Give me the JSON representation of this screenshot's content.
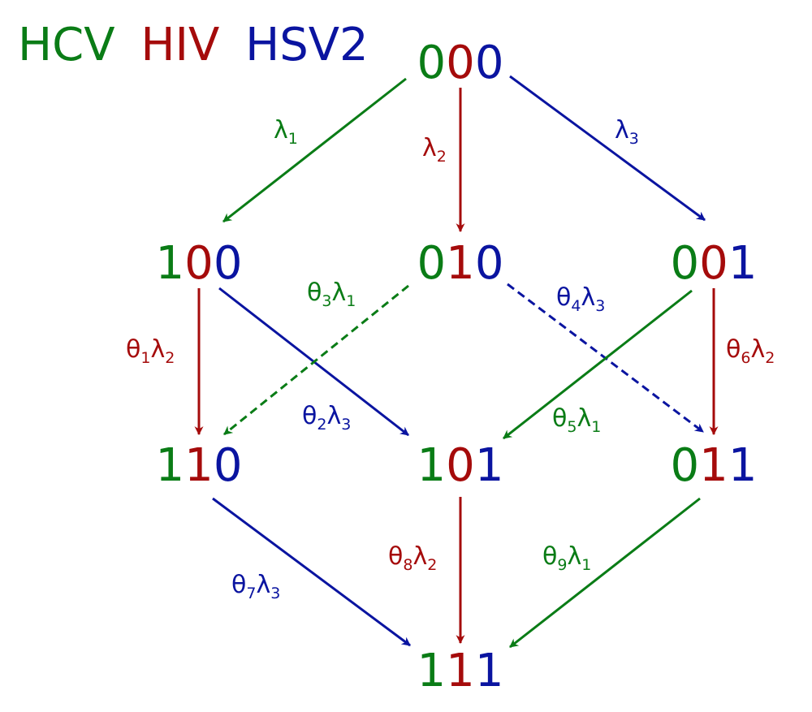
{
  "colors": {
    "hcv": "#0a7c16",
    "hiv": "#a50b0b",
    "hsv2": "#0a14a0"
  },
  "legend": {
    "hcv": "HCV",
    "hiv": "HIV",
    "hsv2": "HSV2"
  },
  "nodes": {
    "n000": {
      "hcv": "0",
      "hiv": "0",
      "hsv2": "0"
    },
    "n100": {
      "hcv": "1",
      "hiv": "0",
      "hsv2": "0"
    },
    "n010": {
      "hcv": "0",
      "hiv": "1",
      "hsv2": "0"
    },
    "n001": {
      "hcv": "0",
      "hiv": "0",
      "hsv2": "1"
    },
    "n110": {
      "hcv": "1",
      "hiv": "1",
      "hsv2": "0"
    },
    "n101": {
      "hcv": "1",
      "hiv": "0",
      "hsv2": "1"
    },
    "n011": {
      "hcv": "0",
      "hiv": "1",
      "hsv2": "1"
    },
    "n111": {
      "hcv": "1",
      "hiv": "1",
      "hsv2": "1"
    }
  },
  "edges": {
    "e000_100": {
      "from": "000",
      "to": "100",
      "color": "hcv",
      "dashed": false,
      "label": {
        "theta": "",
        "theta_sub": "",
        "lambda": "λ",
        "lambda_sub": "1"
      }
    },
    "e000_010": {
      "from": "000",
      "to": "010",
      "color": "hiv",
      "dashed": false,
      "label": {
        "theta": "",
        "theta_sub": "",
        "lambda": "λ",
        "lambda_sub": "2"
      }
    },
    "e000_001": {
      "from": "000",
      "to": "001",
      "color": "hsv2",
      "dashed": false,
      "label": {
        "theta": "",
        "theta_sub": "",
        "lambda": "λ",
        "lambda_sub": "3"
      }
    },
    "e100_110": {
      "from": "100",
      "to": "110",
      "color": "hiv",
      "dashed": false,
      "label": {
        "theta": "θ",
        "theta_sub": "1",
        "lambda": "λ",
        "lambda_sub": "2"
      }
    },
    "e100_101": {
      "from": "100",
      "to": "101",
      "color": "hsv2",
      "dashed": false,
      "label": {
        "theta": "θ",
        "theta_sub": "2",
        "lambda": "λ",
        "lambda_sub": "3"
      }
    },
    "e010_110": {
      "from": "010",
      "to": "110",
      "color": "hcv",
      "dashed": true,
      "label": {
        "theta": "θ",
        "theta_sub": "3",
        "lambda": "λ",
        "lambda_sub": "1"
      }
    },
    "e010_011": {
      "from": "010",
      "to": "011",
      "color": "hsv2",
      "dashed": true,
      "label": {
        "theta": "θ",
        "theta_sub": "4",
        "lambda": "λ",
        "lambda_sub": "3"
      }
    },
    "e001_101": {
      "from": "001",
      "to": "101",
      "color": "hcv",
      "dashed": false,
      "label": {
        "theta": "θ",
        "theta_sub": "5",
        "lambda": "λ",
        "lambda_sub": "1"
      }
    },
    "e001_011": {
      "from": "001",
      "to": "011",
      "color": "hiv",
      "dashed": false,
      "label": {
        "theta": "θ",
        "theta_sub": "6",
        "lambda": "λ",
        "lambda_sub": "2"
      }
    },
    "e110_111": {
      "from": "110",
      "to": "111",
      "color": "hsv2",
      "dashed": false,
      "label": {
        "theta": "θ",
        "theta_sub": "7",
        "lambda": "λ",
        "lambda_sub": "3"
      }
    },
    "e101_111": {
      "from": "101",
      "to": "111",
      "color": "hiv",
      "dashed": false,
      "label": {
        "theta": "θ",
        "theta_sub": "8",
        "lambda": "λ",
        "lambda_sub": "2"
      }
    },
    "e011_111": {
      "from": "011",
      "to": "111",
      "color": "hcv",
      "dashed": false,
      "label": {
        "theta": "θ",
        "theta_sub": "9",
        "lambda": "λ",
        "lambda_sub": "1"
      }
    }
  }
}
